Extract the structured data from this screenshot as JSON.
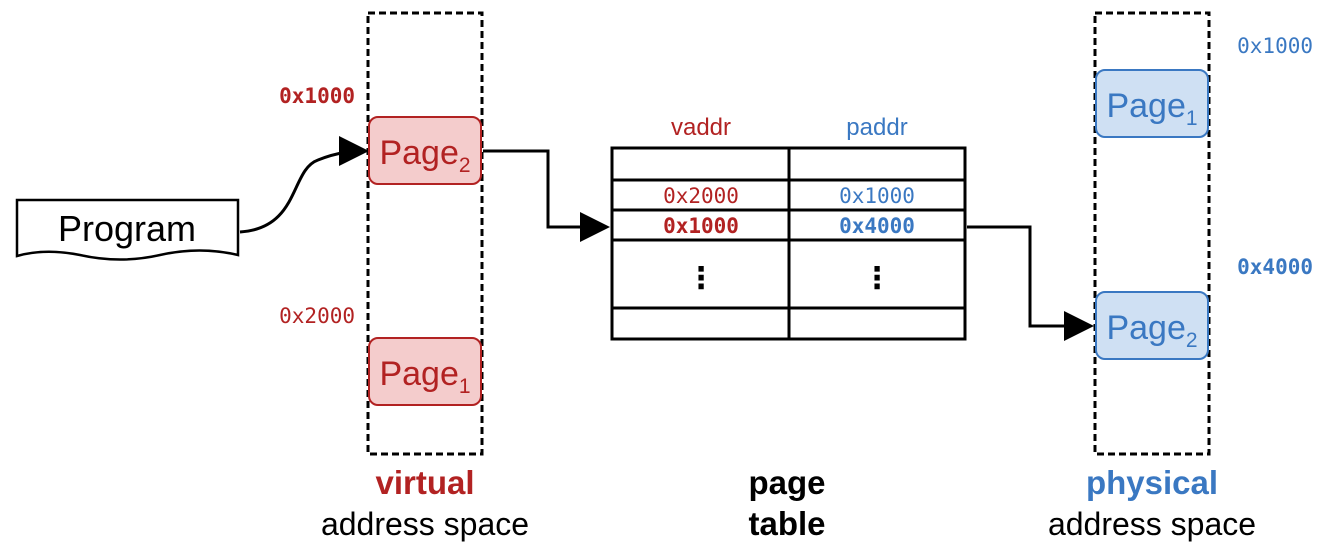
{
  "colors": {
    "virtual": "#b22222",
    "virtual_fill": "#f4cccc",
    "physical": "#3a78c2",
    "physical_fill": "#cfe0f3",
    "ink": "#000000"
  },
  "program": {
    "label": "Program"
  },
  "virtual_space": {
    "addr_top": "0x1000",
    "addr_bottom": "0x2000",
    "page_top": {
      "base": "Page",
      "sub": "2"
    },
    "page_bottom": {
      "base": "Page",
      "sub": "1"
    },
    "caption_bold": "virtual",
    "caption": "address space"
  },
  "page_table": {
    "header_vaddr": "vaddr",
    "header_paddr": "paddr",
    "rows": [
      {
        "vaddr": "0x2000",
        "paddr": "0x1000"
      },
      {
        "vaddr": "0x1000",
        "paddr": "0x4000"
      }
    ],
    "ellipsis": "⋮",
    "caption_line1": "page",
    "caption_line2": "table"
  },
  "physical_space": {
    "addr_top": "0x1000",
    "addr_bottom": "0x4000",
    "page_top": {
      "base": "Page",
      "sub": "1"
    },
    "page_bottom": {
      "base": "Page",
      "sub": "2"
    },
    "caption_bold": "physical",
    "caption": "address space"
  }
}
